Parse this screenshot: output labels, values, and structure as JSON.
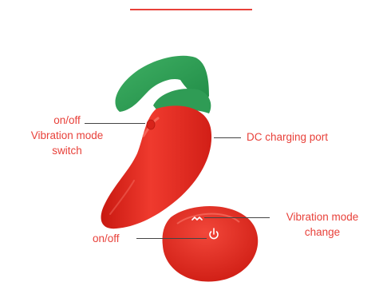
{
  "colors": {
    "accent": "#e8413a",
    "pepper_red": "#e52a22",
    "stem_green": "#2a9a52",
    "text": "#e8413a",
    "leader": "#444444"
  },
  "labels": {
    "body_button_line1": "on/off",
    "body_button_line2": "Vibration mode",
    "body_button_line3": "switch",
    "charging_port": "DC charging port",
    "remote_mode_line1": "Vibration mode",
    "remote_mode_line2": "change",
    "remote_power": "on/off"
  },
  "icons": {
    "vibration": "vibration-wave-icon",
    "power": "power-icon"
  }
}
